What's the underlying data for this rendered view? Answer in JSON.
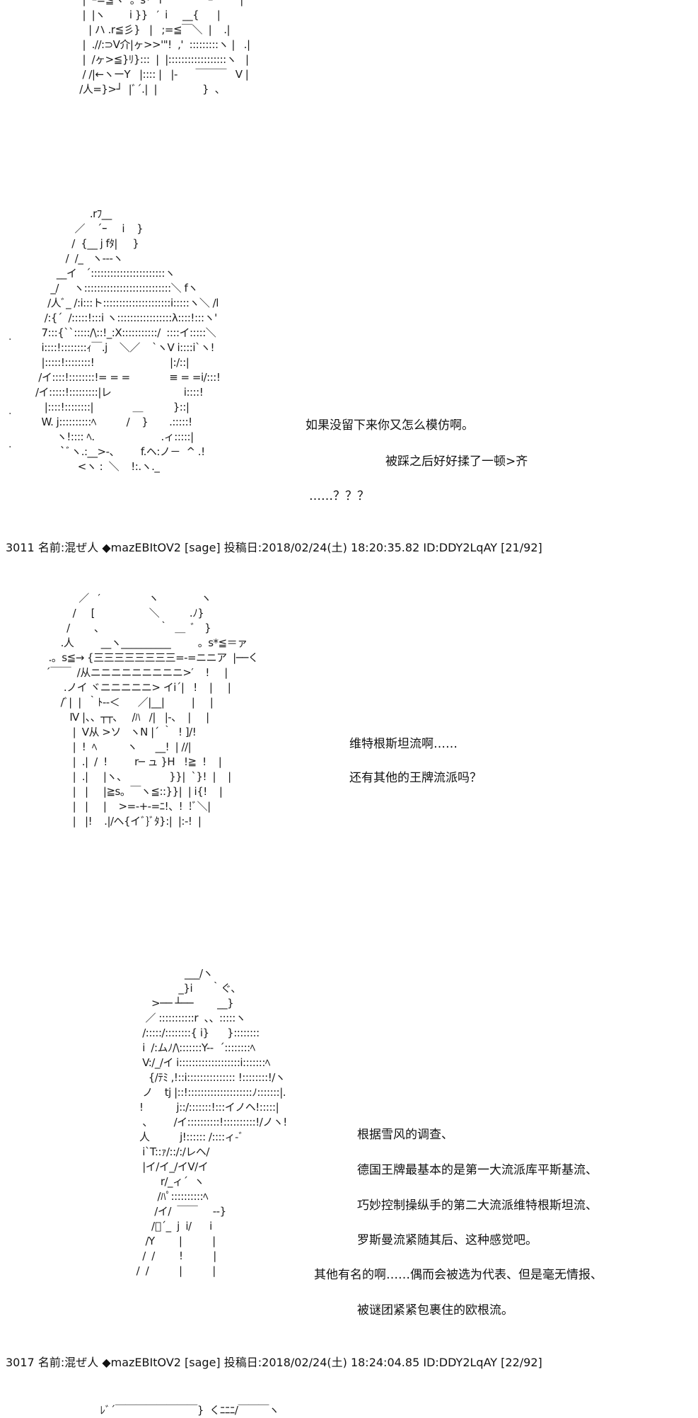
{
  "art": {
    "block1": "  |  ｰ=≦ヽ  。s*ﾞｆ              ｰ         |\n  |  |ヽ        i }}   ′  i     __{      |\n    | ハ .r≦彡}   |   ;=≦￣＼  |    .|\n  |  .//:⊃V介|ヶ>>'\"!  ,'  :::::::::ヽ |   .|\n  |  /ヶ>≦}ﾘ}:::  |  |::::::::::::::::::ヽ   |\n  / /|←ヽーY   |:::: |   |-      ￣￣￣   V |\n /人=}>┘  |ﾞ´.|  |               }  、",
    "block2": "                  .rﾌ__\n             ／    ´ｰ     i    }\n            /  {__ j fﾀ|     }\n          /  /_   ヽ---ヽ\n       __イ   ´:::::::::::::::::::::::ヽ\n     _/     ヽ:::::::::::::::::::::::::::＼ fヽ\n    /人ﾞ_ /:i:::ト:::::::::::::::::::::i:::::ヽ＼ /l\n   /:{´  /:::::!:::i ヽ:::::::::::::::::λ::::!:::ヽ'\n  7:::{``:::::/\\::!_:X:::::::::::/  ::::イ:::::＼\n  i::::!::::::::ｨ￣.j    ＼／    `ヽV i::::i`ヽ!\n  |:::::!::::::::!                         |:/::|\n /イ::::!::::::::!= = =             ≡ = =i/:::!\n/イ:::::!:::::::::|レ                        i::::!\n   |::::!::::::::|             ＿          }::|\n  W. j::::::::::ﾍ          /    }       .:::::!\n       ヽ!:::: ﾍ.                      .ィ:::::|\n        `ﾞヽ.:__>-、       f.ヘ:ノ－  ^ .!\n              <ヽ :  ＼    !:.ヽ._",
    "block3": "            ／   ′                ヽ              ヽ\n          /     [                  ＼          .ﾉ}\n        /        、                  ｀  ＿  ﾞ   }\n      .人         __ヽ__________         。s*≦＝ァ\n  .。s≦→ {三三三三三三三三=-=ニニア  |──く\n ´￣￣  /从ニニニニニニニニニ>′    !     |\n       .ノイ ヾニニニニニ> イi´|   !    |     |\n      /ﾞ|  |  ｀ﾄ‐-＜      ／|__|         |     |\n         Ⅳ |、、┬┬、   /ﾊ   /|   |-、  |     |\n          |  V从 >ソ   ヽN |´ ｀  ! ]/!\n          |  !  ﾍ          ヽ      __!  | //|\n          |  .|  /  !         r─ ュ }H   !≧  !    |\n          |  .|     |ヽ、              }}|  `}!  |    |\n          |   |     |≧s。￣ヽ≦::}}|  | i{!    |\n          |   |     |    >=-+-=ﾆ!、!  !ﾞ＼|\n          |   |!    .|/ヘ{イﾞ}ﾞﾀ}:|  |:-!  |",
    "block4": "                          ___/ヽ\n                        _}i      ｀ぐ、\n               >── ┴──        __}\n             ／ :::::::::::r  、、:::::ヽ\n            /:::::/::::::::{ i}      }::::::::\n            i  /:ムﾉ/\\:::::::Y--  ´::::::::ﾍ\n            V:/_/イ i:::::::::::::::::::i:::::::ﾍ\n              {/ﾃﾐ ,!::i::::::::::::::: !::::::::!/ヽ\n            ノ    tj |::!::::::::::::::::::::ﾉ:::::::|.\n           !           j::/:::::::!:::イノヘ!:::::|\n            、       /イ::::::::::!::::::::::!/ノヽ!\n           人          j!:::::: /::::ィ-ﾞ\n            i`T::ｧ/::/:/レヘ/\n            |イ/イ_/イV/イ\n                  r/_ィ´  ヽ\n                 /ﾊﾟ::::::::::ﾍ\n                /イ/  ￣￣     --}\n               /ﾞ´_  j  i/      i\n             /Y        |          |\n            /  /        !          |\n          /  /          |          |",
    "block5": "     ﾚﾞ´￣￣￣￣￣￣￣￣}  くﾆﾆﾆ/￣￣￣ヽ"
  },
  "dialog": {
    "s1_line1": "如果没留下来你又怎么模仿啊。",
    "s1_line2": "被踩之后好好揉了一顿>齐",
    "s1_line3": "……？？？",
    "s2_line1": "维特根斯坦流啊……",
    "s2_line2": "还有其他的王牌流派吗？",
    "s3_line1": "根据雪风的调查、",
    "s3_line2": "德国王牌最基本的是第一大流派库平斯基流、",
    "s3_line3": "巧妙控制操纵手的第二大流派维特根斯坦流、",
    "s3_line4": "罗斯曼流紧随其后、这种感觉吧。",
    "s3_line5": "其他有名的啊……偶而会被选为代表、但是毫无情报、",
    "s3_line6": "被谜团紧紧包裹住的欧根流。"
  },
  "posts": [
    {
      "number": "3011",
      "name_label": "名前:",
      "name": "混ぜ人",
      "trip": "◆mazEBItOV2",
      "mail": "[sage]",
      "date_label": "投稿日:",
      "date": "2018/02/24(土) 18:20:35.82",
      "id": "ID:DDY2LqAY",
      "count": "[21/92]"
    },
    {
      "number": "3017",
      "name_label": "名前:",
      "name": "混ぜ人",
      "trip": "◆mazEBItOV2",
      "mail": "[sage]",
      "date_label": "投稿日:",
      "date": "2018/02/24(土) 18:24:04.85",
      "id": "ID:DDY2LqAY",
      "count": "[22/92]"
    }
  ],
  "stray": {
    "dot": ".",
    "tick": "¯"
  }
}
